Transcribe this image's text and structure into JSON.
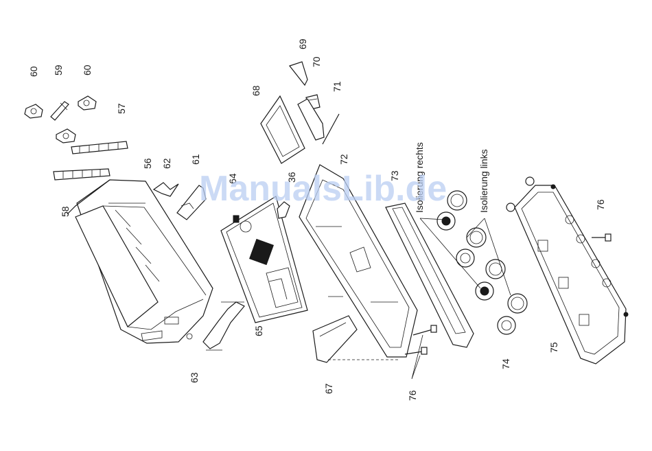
{
  "diagram": {
    "part_numbers": {
      "p60a": "60",
      "p59": "59",
      "p60b": "60",
      "p57": "57",
      "p58": "58",
      "p56": "56",
      "p62": "62",
      "p61": "61",
      "p64": "64",
      "p36": "36",
      "p68": "68",
      "p69": "69",
      "p70": "70",
      "p71": "71",
      "p72": "72",
      "p73": "73",
      "p63": "63",
      "p65": "65",
      "p67": "67",
      "p76a": "76",
      "p74": "74",
      "p75": "75",
      "p76b": "76"
    },
    "labels": {
      "isolierung_rechts": "Isolierung rechts",
      "isolierung_links": "Isolierung links"
    },
    "watermark": "ManualsLib.de"
  }
}
